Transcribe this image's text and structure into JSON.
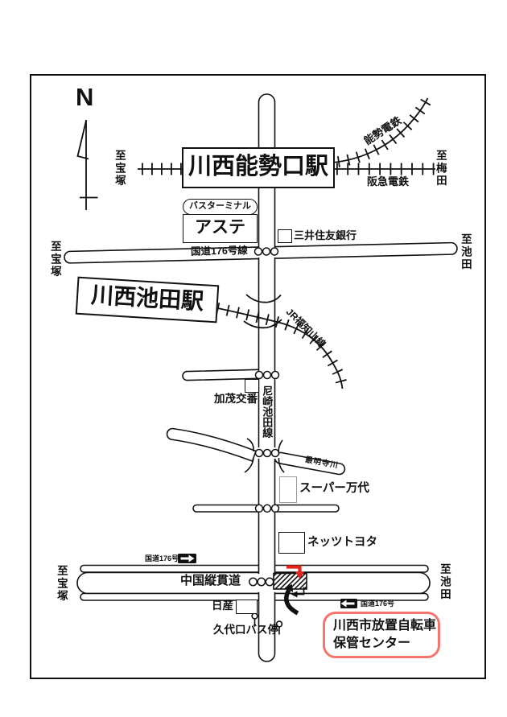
{
  "palette": {
    "ink": "#111111",
    "arrow_red": "#e4251c",
    "facility_border_red": "#f4756b",
    "mandai_border_gray": "#9a9a9a"
  },
  "compass": {
    "label": "N"
  },
  "stations": {
    "noseguchi": "川西能勢口駅",
    "ikeda": "川西池田駅"
  },
  "railways": {
    "nose": "能勢電鉄",
    "hankyu": "阪急電鉄",
    "jr": "JR福知山線"
  },
  "destinations": {
    "top_left": "至宝塚",
    "top_right": "至梅田",
    "r176_left": "至宝塚",
    "r176_right": "至池田",
    "exp_left": "至宝塚",
    "exp_right": "至池田"
  },
  "roads": {
    "route176": "国道176号線",
    "amagasaki_ikeda": "尼崎池田線",
    "chugoku": "中国縦貫道",
    "sign_top": "国道176号",
    "sign_bottom": "国道176号"
  },
  "river": {
    "saimyoji": "最明寺川"
  },
  "landmarks": {
    "bus_terminal": "バスターミナル",
    "aste": "アステ",
    "smbc": "三井住友銀行",
    "kamo_koban": "加茂交番",
    "super_mandai": "スーパー万代",
    "netz_toyota": "ネッツトヨタ",
    "nissan": "日産",
    "kushiro_bus_stop": "久代口バス停"
  },
  "facility": {
    "line1": "川西市放置自転車",
    "line2": "保管センター"
  }
}
